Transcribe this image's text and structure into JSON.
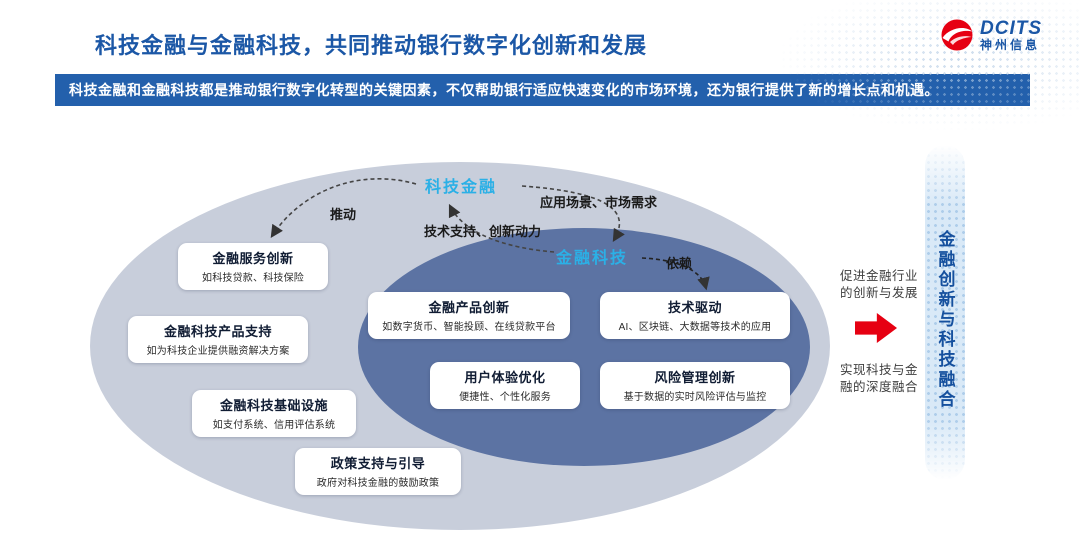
{
  "header": {
    "title": "科技金融与金融科技，共同推动银行数字化创新和发展",
    "logo": {
      "brand": "DCITS",
      "name": "神州信息"
    }
  },
  "banner": {
    "text": "科技金融和金融科技都是推动银行数字化转型的关键因素，不仅帮助银行适应快速变化的市场环境，还为银行提供了新的增长点和机遇。"
  },
  "diagram": {
    "tech_finance_label": "科技金融",
    "fintech_label": "金融科技",
    "arrow_labels": {
      "push": "推动",
      "scenarios": "应用场景、市场需求",
      "support": "技术支持、创新动力",
      "depend": "依赖"
    },
    "outer_boxes": [
      {
        "title": "金融服务创新",
        "desc": "如科技贷款、科技保险"
      },
      {
        "title": "金融科技产品支持",
        "desc": "如为科技企业提供融资解决方案"
      },
      {
        "title": "金融科技基础设施",
        "desc": "如支付系统、信用评估系统"
      },
      {
        "title": "政策支持与引导",
        "desc": "政府对科技金融的鼓励政策"
      }
    ],
    "inner_boxes": [
      {
        "title": "金融产品创新",
        "desc": "如数字货币、智能投顾、在线贷款平台"
      },
      {
        "title": "技术驱动",
        "desc": "AI、区块链、大数据等技术的应用"
      },
      {
        "title": "用户体验优化",
        "desc": "便捷性、个性化服务"
      },
      {
        "title": "风险管理创新",
        "desc": "基于数据的实时风险评估与监控"
      }
    ]
  },
  "right_panel": {
    "note_top": "促进金融行业的创新与发展",
    "note_bottom": "实现科技与金融的深度融合",
    "vertical_label": "金融创新与科技融合"
  },
  "colors": {
    "accent_blue": "#1b57a6",
    "banner_blue": "#2360ac",
    "cyan": "#2bb0e6",
    "red": "#e60012",
    "outer_ellipse": "#c8cedb",
    "inner_ellipse": "#5c73a3"
  }
}
